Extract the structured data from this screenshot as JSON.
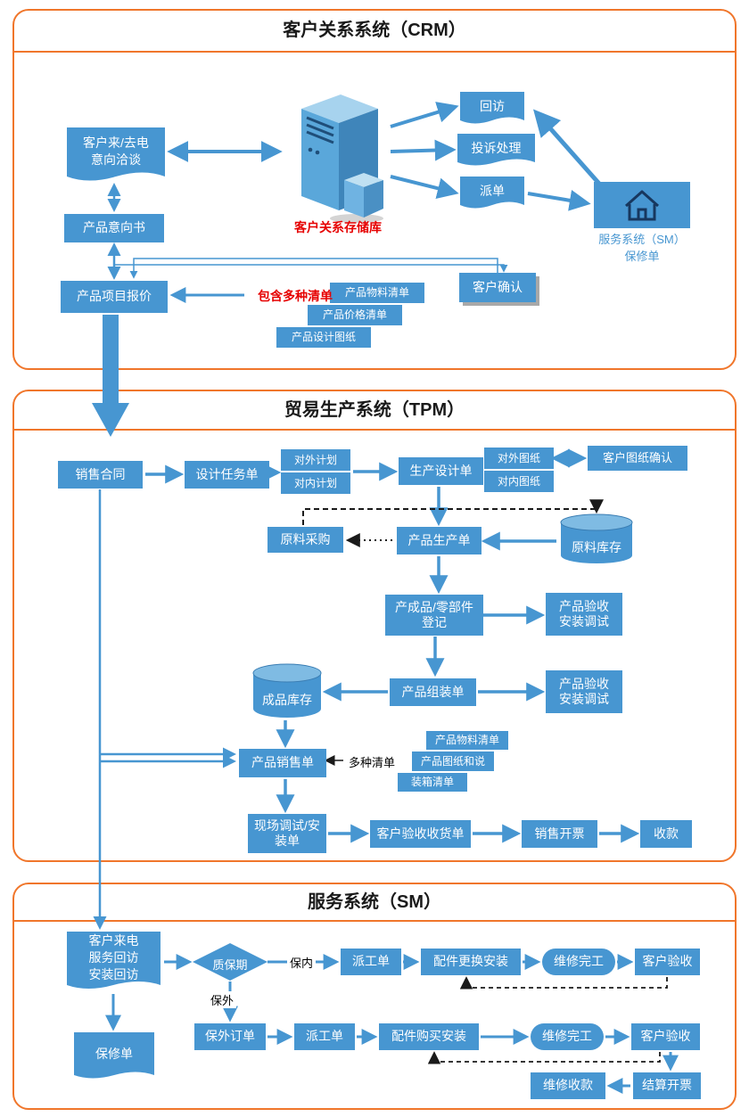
{
  "colors": {
    "blue": "#4796d1",
    "orange": "#f0762b",
    "red": "#e60000"
  },
  "crm": {
    "title": "客户关系系统（CRM）",
    "caller_doc": {
      "line1": "客户来/去电",
      "line2": "意向洽谈"
    },
    "server_label": "客户关系存储库",
    "visit": "回访",
    "complaint": "投诉处理",
    "dispatch": "派单",
    "sm_ref": {
      "line1": "服务系统（SM）",
      "line2": "保修单"
    },
    "intent": "产品意向书",
    "quote": "产品项目报价",
    "note": "包含多种清单",
    "lists": [
      "产品物料清单",
      "产品价格清单",
      "产品设计图纸"
    ],
    "confirm": "客户确认"
  },
  "tpm": {
    "title": "贸易生产系统（TPM）",
    "contract": "销售合同",
    "design_task": "设计任务单",
    "plan_ext": "对外计划",
    "plan_int": "对内计划",
    "prod_design": "生产设计单",
    "draw_ext": "对外图纸",
    "draw_int": "对内图纸",
    "cust_draw_confirm": "客户图纸确认",
    "material_purchase": "原料采购",
    "prod_order": "产品生产单",
    "material_stock": "原料库存",
    "finished_reg": {
      "line1": "产成品/零部件",
      "line2": "登记"
    },
    "accept1": {
      "line1": "产品验收",
      "line2": "安装调试"
    },
    "assembly": "产品组装单",
    "accept2": {
      "line1": "产品验收",
      "line2": "安装调试"
    },
    "finished_stock": "成品库存",
    "sales_order": "产品销售单",
    "note": "多种清单",
    "lists": [
      "产品物料清单",
      "产品图纸和说",
      "装箱清单"
    ],
    "onsite": {
      "line1": "现场调试/安",
      "line2": "装单"
    },
    "delivery": "客户验收收货单",
    "invoice": "销售开票",
    "payment": "收款"
  },
  "sm": {
    "title": "服务系统（SM）",
    "incoming_doc": {
      "line1": "客户来电",
      "line2": "服务回访",
      "line3": "安装回访"
    },
    "warranty_doc": "保修单",
    "decision": "质保期",
    "in_warranty": "保内",
    "out_warranty": "保外",
    "work_order1": "派工单",
    "parts_replace": "配件更换安装",
    "repair_done1": "维修完工",
    "accept1": "客户验收",
    "out_order": "保外订单",
    "work_order2": "派工单",
    "parts_buy": "配件购买安装",
    "repair_done2": "维修完工",
    "accept2": "客户验收",
    "settle_invoice": "结算开票",
    "repair_payment": "维修收款"
  }
}
